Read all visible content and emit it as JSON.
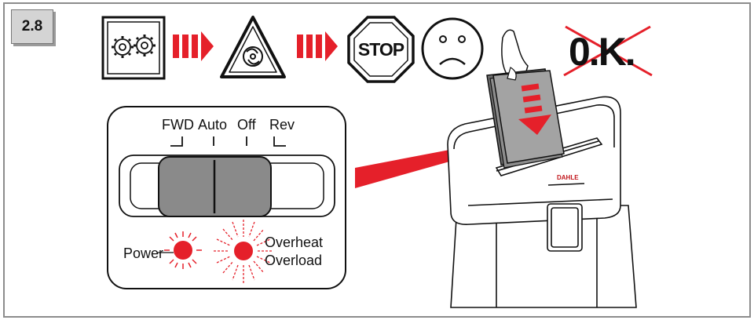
{
  "step": "2.8",
  "stop_sign": "STOP",
  "ok_label": "0.K.",
  "brand": "DAHLE",
  "switch": {
    "positions": [
      "FWD",
      "Auto",
      "Off",
      "Rev"
    ]
  },
  "indicators": {
    "power": "Power",
    "overheat": "Overheat",
    "overload": "Overload"
  },
  "colors": {
    "accent": "#e5202a",
    "border": "#8c8c8c",
    "badge_bg": "#d4d4d4",
    "switch_knob": "#8a8a8a"
  },
  "icons": [
    "gears-icon",
    "arrow-right-icon",
    "motor-warning-icon",
    "stop-sign-icon",
    "sad-face-icon",
    "paper-stack-icon",
    "crossed-out-ok-icon",
    "shredder-icon"
  ]
}
